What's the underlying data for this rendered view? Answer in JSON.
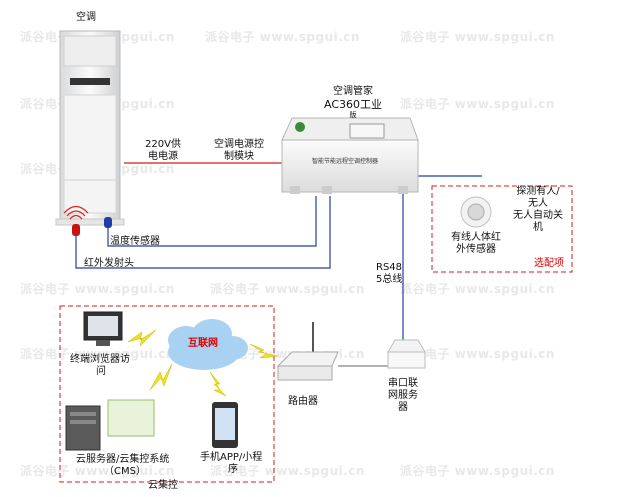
{
  "watermark": {
    "cn": "派谷电子",
    "url": "www.spgui.cn"
  },
  "nodes": {
    "air_conditioner": {
      "label": "空调"
    },
    "ac_manager": {
      "label_line1": "空调管家",
      "label_line2": "AC360工业",
      "label_line3": "版",
      "panel_text": "智能节能远程空调控制器"
    },
    "power_source": {
      "label_line1": "220V供",
      "label_line2": "电电源"
    },
    "power_module": {
      "label_line1": "空调电源控",
      "label_line2": "制模块"
    },
    "temp_sensor": {
      "label": "温度传感器"
    },
    "ir_emitter": {
      "label": "红外发射头"
    },
    "pir_sensor": {
      "label_line1": "有线人体红",
      "label_line2": "外传感器"
    },
    "detect_note": {
      "label_line1": "探测有人/",
      "label_line2": "无人",
      "label_line3": "无人自动关",
      "label_line4": "机"
    },
    "optional": {
      "label": "选配项"
    },
    "rs485": {
      "label_line1": "RS48",
      "label_line2": "5总线"
    },
    "serial_server": {
      "label_line1": "串口联",
      "label_line2": "网服务",
      "label_line3": "器"
    },
    "router": {
      "label": "路由器"
    },
    "internet": {
      "label": "互联网"
    },
    "terminal": {
      "label_line1": "终端浏览器访",
      "label_line2": "问"
    },
    "cloud_server": {
      "label_line1": "云服务器/云集控系统",
      "label_line2": "（CMS）"
    },
    "mobile_app": {
      "label_line1": "手机APP/小程",
      "label_line2": "序"
    },
    "cloud_control": {
      "label": "云集控"
    }
  },
  "colors": {
    "power_line": "#cc2222",
    "bus_line": "#1f3fa8",
    "dashed_box": "#cc2222",
    "cloud": "#a9d2f2",
    "bolt": "#f2e21a"
  }
}
